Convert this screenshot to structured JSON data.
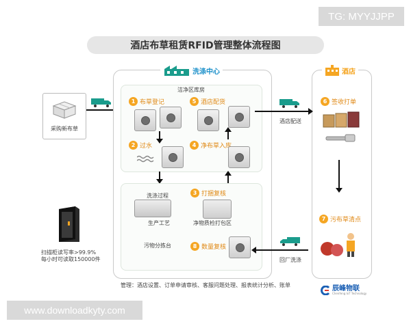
{
  "watermark_top": "TG: MYYJJPP",
  "watermark_bottom": "www.downloadkyty.com",
  "title": "酒店布草租赁RFID管理整体流程图",
  "laundry": {
    "name": "洗涤中心",
    "clean_area": "洁净区库房",
    "steps": [
      {
        "num": "1",
        "label": "布草登记"
      },
      {
        "num": "5",
        "label": "酒店配货"
      },
      {
        "num": "2",
        "label": "过水"
      },
      {
        "num": "4",
        "label": "净布草入库"
      },
      {
        "num": "3",
        "label": "打捆复核"
      },
      {
        "num": "8",
        "label": "数量复核"
      }
    ],
    "process_title": "洗涤过程",
    "process_craft": "生产工艺",
    "pack_area": "净物质检打包区",
    "sort_station": "污物分拣台"
  },
  "hotel": {
    "name": "酒店",
    "steps": [
      {
        "num": "6",
        "label": "签收打单"
      },
      {
        "num": "7",
        "label": "污布草清点"
      }
    ]
  },
  "left": {
    "purchase": "采购新布草",
    "scanner_line1": "扫描柜读写率>99.9%",
    "scanner_line2": "每小时可读取150000件"
  },
  "transport": {
    "hotel_delivery": "酒店配送",
    "return_wash": "回厂洗涤"
  },
  "footer": "管理：酒店设置、订单申请审核、客服问题处理、报表统计分析、账单",
  "logo": {
    "name": "辰峰物联",
    "sub": "Chenfeng IoT Technology"
  },
  "colors": {
    "truck": "#1a9c8c",
    "step_num": "#f5a623",
    "step_label": "#e08a17",
    "laundry_header": "#1a8fc9",
    "hotel_header": "#f5a623"
  }
}
